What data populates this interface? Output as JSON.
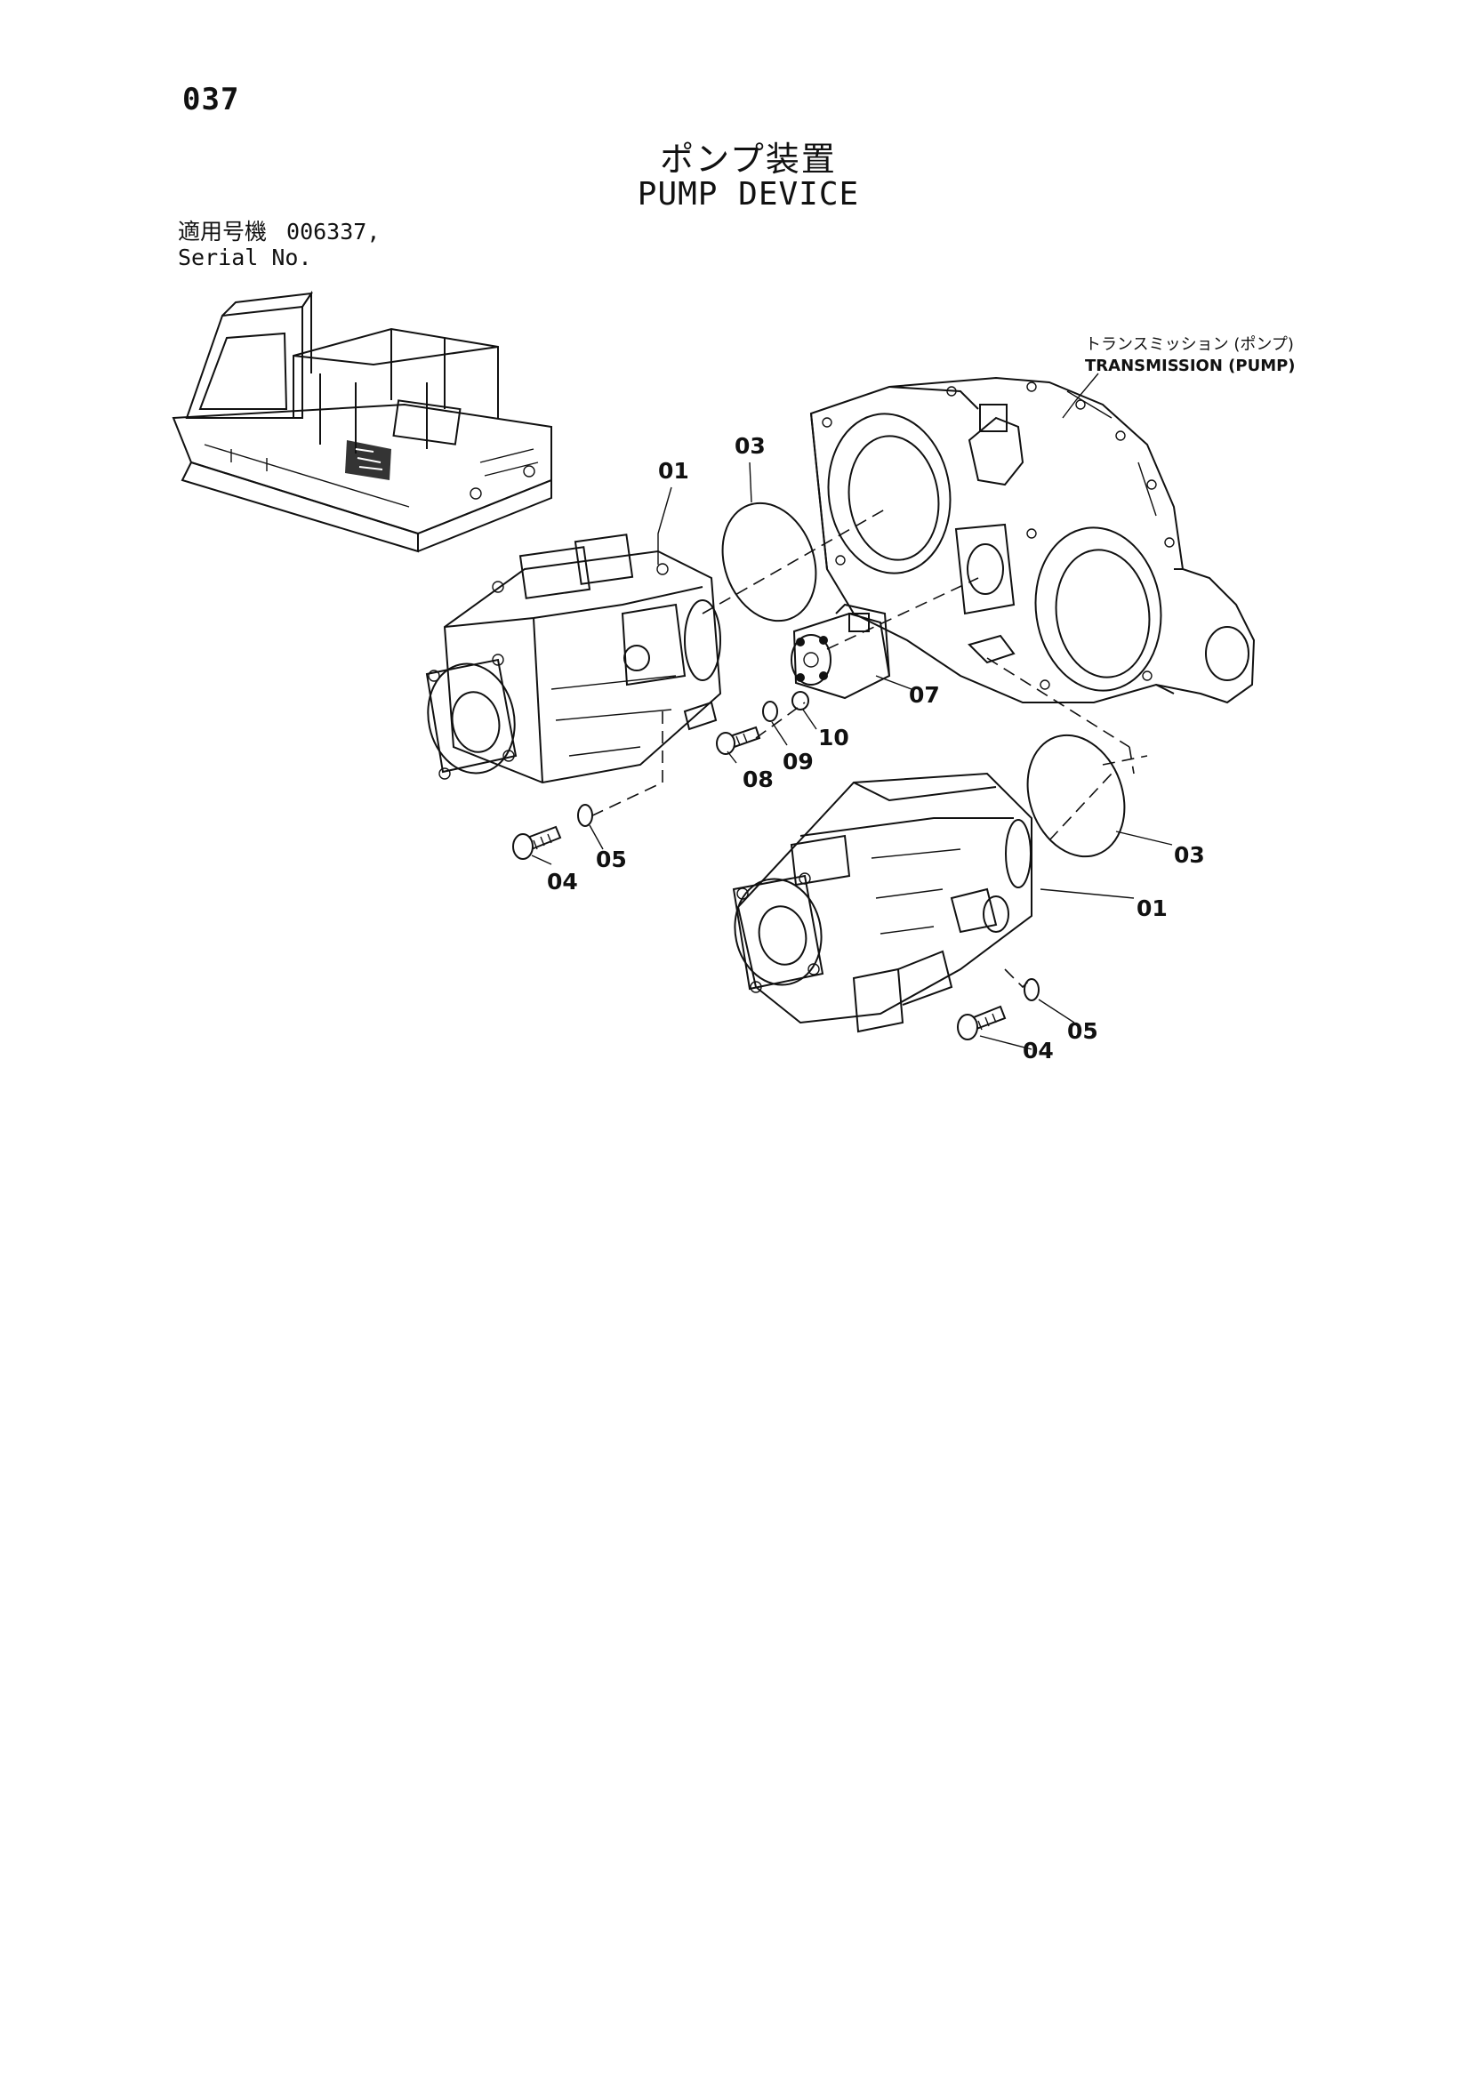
{
  "header": {
    "page_number": "037",
    "title_jp": "ポンプ装置",
    "title_en": "PUMP DEVICE",
    "serial_label_jp": "適用号機",
    "serial_value": "006337,",
    "serial_label_en": "Serial No."
  },
  "diagram": {
    "transmission_label_jp": "トランスミッション (ポンプ)",
    "transmission_label_en": "TRANSMISSION (PUMP)",
    "callouts": {
      "upper_pump": "01",
      "upper_oring": "03",
      "upper_bolt": "04",
      "upper_washer": "05",
      "small_pump": "07",
      "small_bolt": "08",
      "small_washer_09": "09",
      "small_washer_10": "10",
      "lower_oring": "03",
      "lower_pump": "01",
      "lower_bolt": "04",
      "lower_washer": "05"
    }
  }
}
